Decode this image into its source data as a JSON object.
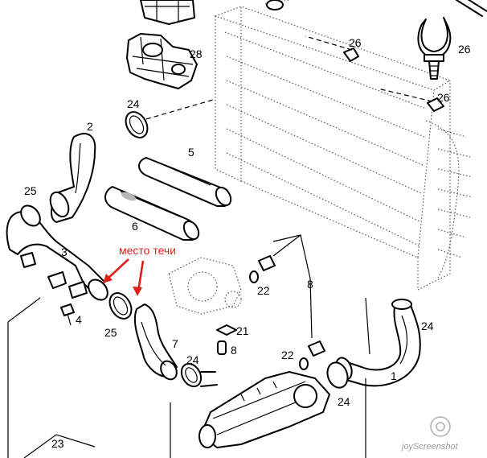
{
  "labels": {
    "p1": "1",
    "p2": "2",
    "p3": "3",
    "p4": "4",
    "p5": "5",
    "p6": "6",
    "p7": "7",
    "p8a": "8",
    "p8b": "8",
    "p21": "21",
    "p22a": "22",
    "p22b": "22",
    "p23": "23",
    "p24a": "24",
    "p24b": "24",
    "p24c": "24",
    "p24d": "24",
    "p25a": "25",
    "p25b": "25",
    "p26a": "26",
    "p26b": "26",
    "p26c": "26",
    "p28": "28"
  },
  "annotation": {
    "text": "место течи",
    "color": "#e0201a"
  },
  "watermark": {
    "text": "joyScreenshot"
  },
  "icons": [
    "leak-arrow-icon",
    "camera-icon"
  ]
}
